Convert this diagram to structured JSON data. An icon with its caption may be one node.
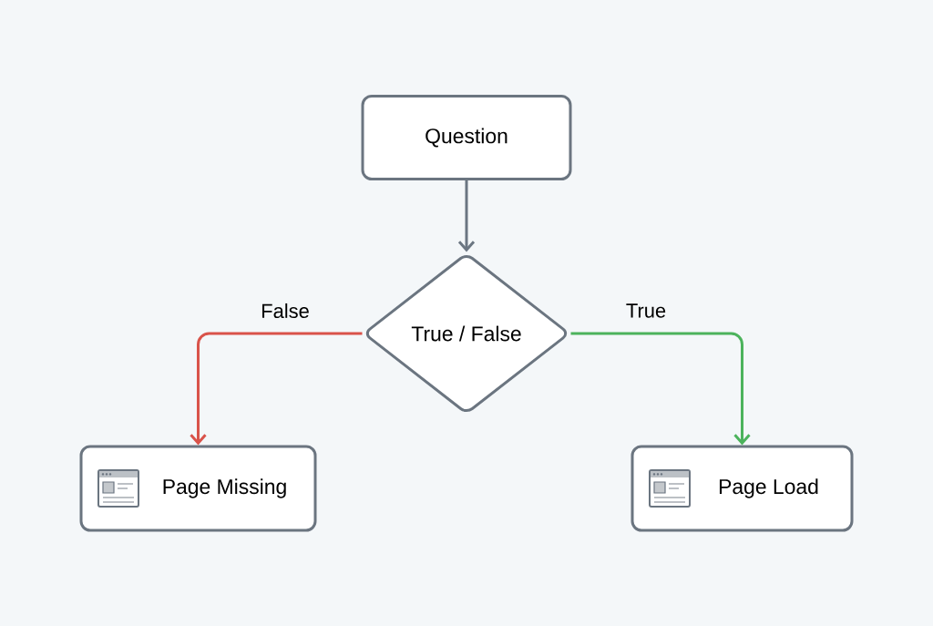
{
  "diagram": {
    "nodes": [
      {
        "text": [
          "Question"
        ]
      },
      {
        "text": [
          "True / False"
        ]
      },
      {
        "text": [
          "Page Missing"
        ]
      },
      {
        "text": [
          "Page Load"
        ]
      }
    ],
    "edges": [
      {
        "from": 0,
        "to": 1,
        "arrow": "to",
        "color": "#6b7682"
      },
      {
        "from": 1,
        "to": 2,
        "arrow": "to",
        "label": "False",
        "color": "#d9534a"
      },
      {
        "from": 1,
        "to": 3,
        "arrow": "to",
        "label": "True",
        "color": "#4cb35c"
      }
    ]
  }
}
